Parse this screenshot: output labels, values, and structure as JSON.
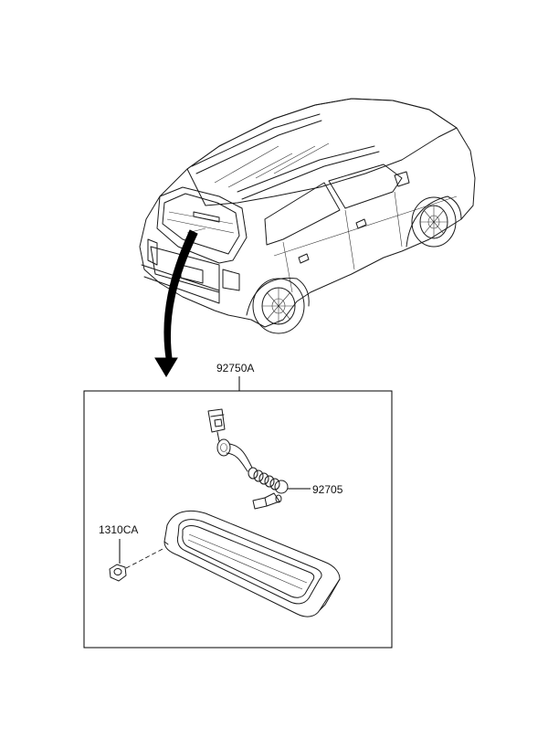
{
  "labels": {
    "assembly": "92750A",
    "harness": "92705",
    "nut": "1310CA"
  }
}
